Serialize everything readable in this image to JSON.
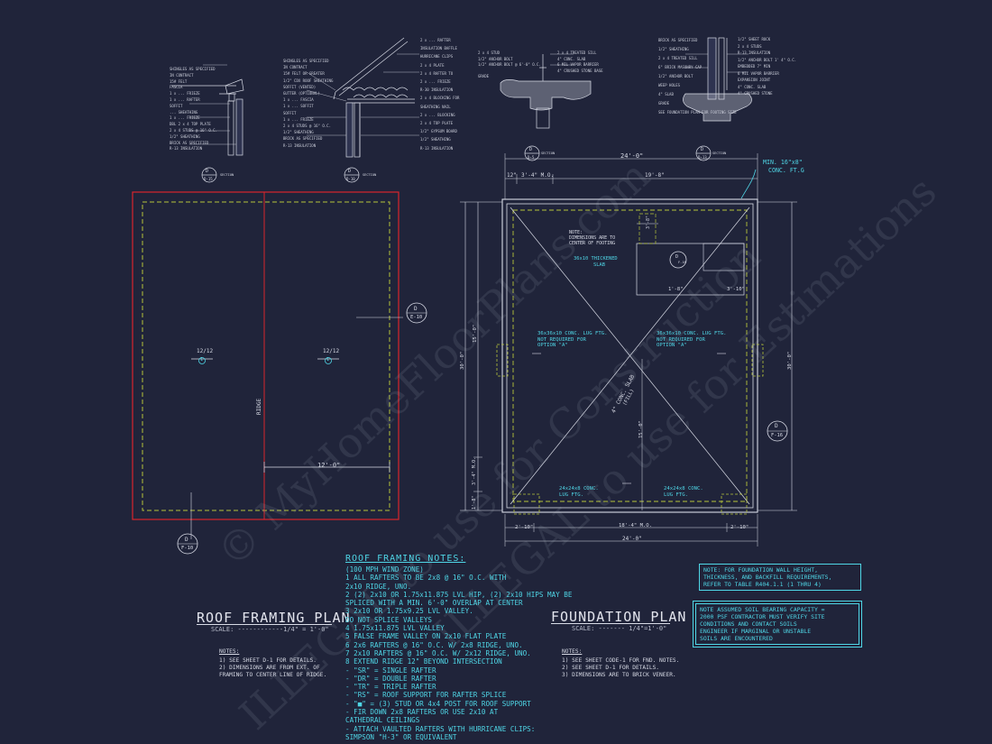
{
  "roof_plan": {
    "title": "ROOF FRAMING PLAN",
    "scale": "SCALE: ------------1/4\" = 1'-0\"",
    "ridge": "RIDGE",
    "dim_width": "12'-0\"",
    "pitch_left": "12/12",
    "pitch_right": "12/12",
    "pitch_mark": "1",
    "callout_section": "D",
    "callout_sheet": "E-10",
    "callout2_section": "D",
    "callout2_sheet": "F-10",
    "notes_title": "NOTES:",
    "notes": [
      "1) SEE SHEET D-1 FOR DETAILS.",
      "2) DIMENSIONS ARE FROM EXT. OF",
      "    FRAMING TO CENTER LINE OF RIDGE."
    ]
  },
  "roof_notes": {
    "title": "ROOF FRAMING NOTES:",
    "lines": [
      "(100 MPH WIND ZONE)",
      "1  ALL RAFTERS TO BE 2x8 @ 16\" O.C. WITH",
      "    2x10 RIDGE, UNO.",
      "2  (2) 2x10 OR 1.75x11.875 LVL HIP, (2) 2x10 HIPS MAY BE",
      "    SPLICED WITH A MIN. 6'-0\" OVERLAP AT CENTER",
      "3  2x10 OR 1.75x9.25 LVL VALLEY.",
      "    DO NOT SPLICE VALLEYS",
      "4  1.75x11.875 LVL VALLEY",
      "5  FALSE FRAME VALLEY ON 2x10 FLAT PLATE",
      "6  2x6 RAFTERS @ 16\" O.C. W/ 2x8 RIDGE, UNO.",
      "7  2x10 RAFTERS @ 16\" O.C. W/ 2x12 RIDGE, UNO.",
      "8  EXTEND RIDGE 12\" BEYOND INTERSECTION",
      "-  \"SR\" = SINGLE RAFTER",
      "-  \"DR\" = DOUBLE RAFTER",
      "-  \"TR\" = TRIPLE RAFTER",
      "-  \"RS\" = ROOF SUPPORT FOR RAFTER SPLICE",
      "-  \"■\" = (3) STUD OR 4x4 POST FOR ROOF SUPPORT",
      "-  FIR DOWN 2x8 RAFTERS OR USE 2x10 AT",
      "    CATHEDRAL CEILINGS",
      "-  ATTACH VAULTED RAFTERS WITH HURRICANE CLIPS:",
      "    SIMPSON \"H-3\" OR EQUIVALENT"
    ]
  },
  "foundation_plan": {
    "title": "FOUNDATION PLAN",
    "scale": "SCALE: ------- 1/4\"=1'-0\"",
    "dim_top_overall": "24'-0\"",
    "dim_top_1": "12\"",
    "dim_top_2": "3'-4\" M.O.",
    "dim_top_3": "19'-8\"",
    "dim_bottom_overall": "24'-0\"",
    "dim_bottom_1": "2'-10\"",
    "dim_bottom_2": "18'-4\" M.O.",
    "dim_bottom_3": "2'-10\"",
    "dim_left": "30'-0\"",
    "dim_left_2": "15'-0\"",
    "dim_left_3": "3'-4\" M.O.",
    "dim_left_4": "1'-8\"",
    "dim_right": "30'-0\"",
    "dim_center": "15'-0\"",
    "dim_inner_1": "1'-8\"",
    "dim_inner_2": "3'-10\"",
    "dim_inner_3": "3'-8\"",
    "min_footing": "MIN. 16\"x8\"",
    "min_footing_2": "CONC. FT.G",
    "note_center": "NOTE:",
    "note_center_2": "DIMENSIONS ARE TO",
    "note_center_3": "CENTER OF FOOTING",
    "thickened_slab": "36x10 THICKENED",
    "thickened_slab_2": "SLAB",
    "lug_left": "36x36x10 CONC. LUG FTG.",
    "lug_left_2": "NOT REQUIRED FOR",
    "lug_left_3": "OPTION \"A\"",
    "lug_right": "36x36x10 CONC. LUG FTG.",
    "lug_right_2": "NOT REQUIRED FOR",
    "lug_right_3": "OPTION \"A\"",
    "slab_label": "4\" CONC. SLAB",
    "slab_label_2": "(FILL)",
    "lug_bl": "24x24x8 CONC.",
    "lug_bl_2": "LUG FTG.",
    "lug_br": "24x24x8 CONC.",
    "lug_br_2": "LUG FTG.",
    "callout_section": "D",
    "callout_sheet": "F-16",
    "callout_top_section": "D",
    "callout_top_sheet": "F-16",
    "notes_title": "NOTES:",
    "notes": [
      "1) SEE SHEET CODE-1 FOR FND. NOTES.",
      "2) SEE SHEET D-1 FOR DETAILS.",
      "3) DIMENSIONS ARE TO BRICK VENEER."
    ],
    "box_note_1": [
      "NOTE: FOR FOUNDATION WALL HEIGHT,",
      "THICKNESS, AND BACKFILL REQUIREMENTS,",
      "REFER TO TABLE R404.1.1 (1 THRU 4)"
    ],
    "box_note_2": [
      "NOTE ASSUMED SOIL BEARING CAPACITY =",
      "2000 PSF CONTRACTOR MUST VERIFY SITE",
      "CONDITIONS AND CONTACT SOILS",
      "ENGINEER IF MARGINAL OR UNSTABLE",
      "SOILS ARE ENCOUNTERED"
    ]
  },
  "details": {
    "d1_labels": [
      "SHINGLES AS SPECIFIED",
      "IN CONTRACT",
      "15# FELT",
      "FASCIA",
      "1 x ... FRIEZE",
      "1 x ... RAFTER",
      "SOFFIT",
      "... SHEATHING",
      "1 x ... FRIEZE",
      "DBL 2 x 4 TOP PLATE",
      "2 x 4 STUDS @ 16\" O.C.",
      "1/2\" SHEATHING",
      "BRICK AS SPECIFIED",
      "R-13 INSULATION"
    ],
    "d2_labels": [
      "SHINGLES AS SPECIFIED",
      "IN CONTRACT",
      "15# FELT OR GREATER",
      "1/2\" CDX ROOF SHEATHING",
      "SOFFIT (VENTED)",
      "GUTTER (OPTIONAL)",
      "1 x ... FASCIA",
      "1 x ... SOFFIT",
      "SOFFIT",
      "1 x ... FRIEZE",
      "2 x 4 STUDS @ 16\" O.C.",
      "1/2\" SHEATHING",
      "BRICK AS SPECIFIED",
      "R-13 INSULATION"
    ],
    "d2_right_labels": [
      "2 x ... RAFTER",
      "INSULATION BAFFLE",
      "HURRICANE CLIPS",
      "2 x 4 PLATE",
      "2 x 4 RAFTER TO",
      "2 x ... FRIEZE",
      "R-30 INSULATION",
      "2 x 4 BLOCKING FOR",
      "SHEATHING NAIL",
      "2 x ... BLOCKING",
      "2 x 4 TOP PLATE",
      "1/2\" GYPSUM BOARD",
      "1/2\" SHEATHING",
      "R-13 INSULATION"
    ],
    "d3_labels": [
      "2 x 4 STUD",
      "1/2\" ANCHOR BOLT",
      "1/2\" ANCHOR BOLT @ 6'-0\" O.C.",
      "GRADE"
    ],
    "d3_right_labels": [
      "2 x 4 TREATED SILL",
      "4\" CONC. SLAB",
      "6 MIL VAPOR BARRIER",
      "4\" CRUSHED STONE BASE"
    ],
    "d4_labels": [
      "BRICK AS SPECIFIED",
      "1/2\" SHEATHING",
      "2 x 4 TREATED SILL",
      "6\" BRICK MASONRY CAP",
      "1/2\" ANCHOR BOLT",
      "WEEP HOLES",
      "4\" SLAB",
      "GRADE",
      "SEE FOUNDATION PLAN FOR FOOTING SIZE"
    ],
    "d4_right_labels": [
      "1/2\" SHEET ROCK",
      "2 x 4 STUDS",
      "R-13 INSULATION",
      "1/2\" ANCHOR BOLT 1' 4\" O.C.",
      "EMBEDDED 7\" MIN",
      "6 MIL VAPOR BARRIER",
      "EXPANSION JOINT",
      "4\" CONC. SLAB",
      "4\" CRUSHED STONE"
    ],
    "tags": [
      {
        "s": "D",
        "n": "D-15",
        "t": "SECTION"
      },
      {
        "s": "D",
        "n": "D-10",
        "t": "SECTION"
      },
      {
        "s": "D",
        "n": "D-5",
        "t": "SECTION"
      },
      {
        "s": "D",
        "n": "D-13",
        "t": "SECTION"
      }
    ]
  },
  "watermark": {
    "line1": "© MyHomeFloorPlans.com",
    "line2": "ILLEGAL to use for Construction",
    "line3": "ILLEGAL to use for Estimations"
  },
  "colors": {
    "background": "#20243a",
    "linework": "#d8dbe6",
    "notes_cyan": "#4fd6e6",
    "roof_outline": "#d9262c",
    "eave_dash": "#b6c43a"
  }
}
